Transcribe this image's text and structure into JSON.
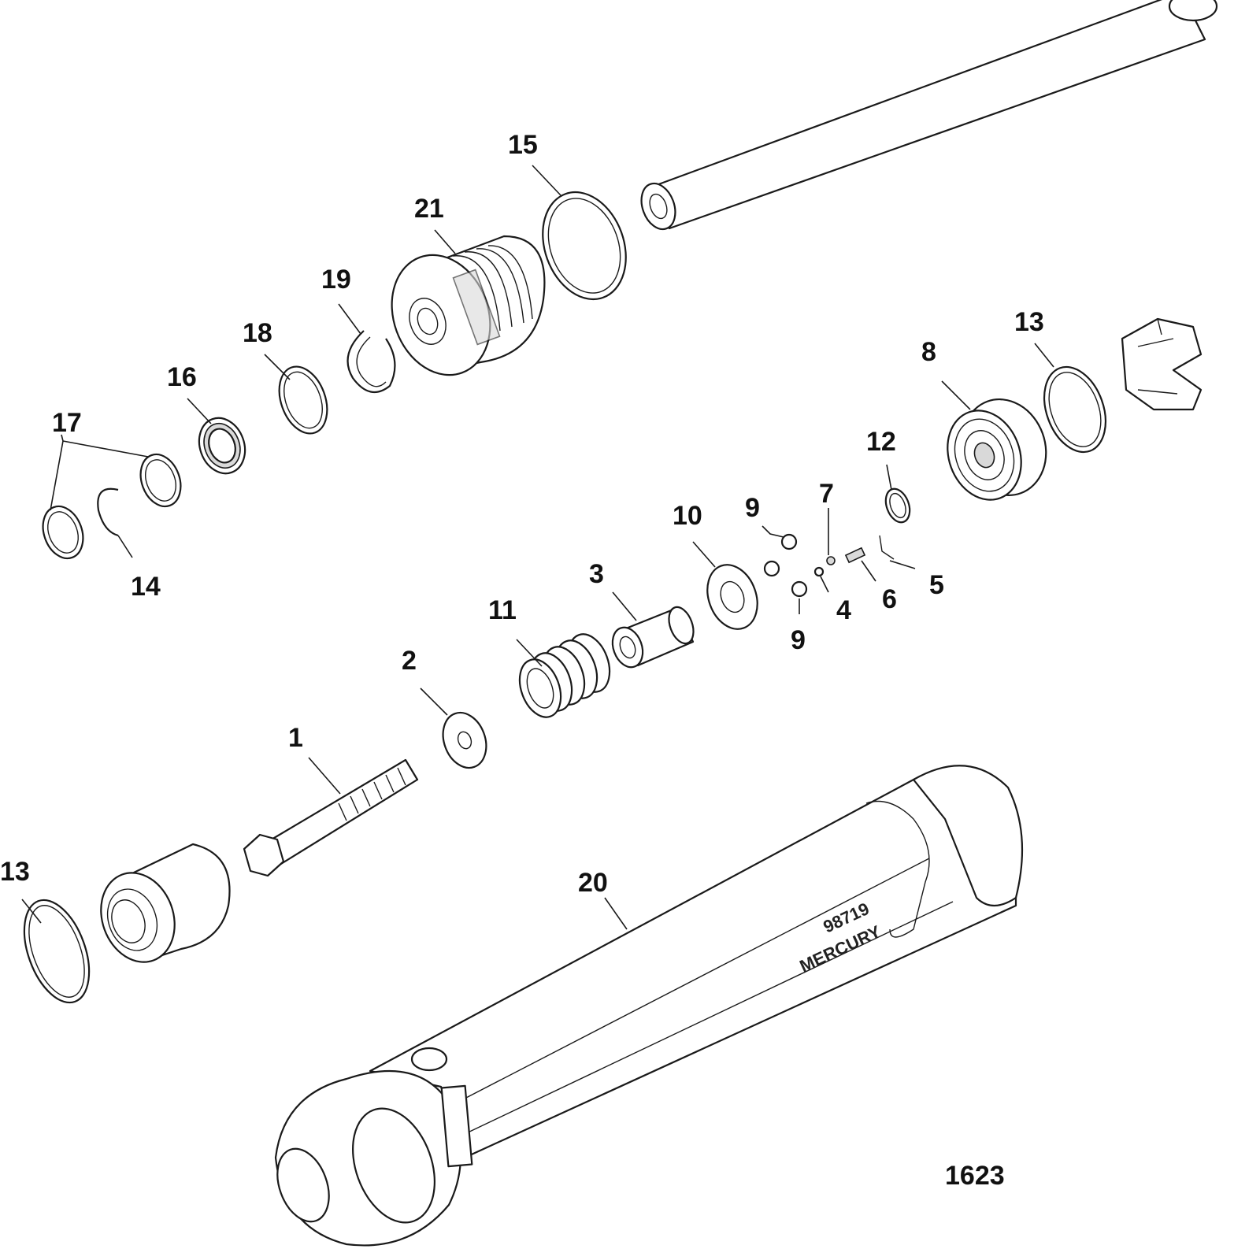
{
  "diagram": {
    "figure_number": "1623",
    "cylinder_marking": {
      "part_code": "98719",
      "brand": "MERCURY"
    },
    "callouts": {
      "c1": "1",
      "c2": "2",
      "c3": "3",
      "c4": "4",
      "c5": "5",
      "c6": "6",
      "c7": "7",
      "c8": "8",
      "c9a": "9",
      "c9b": "9",
      "c10": "10",
      "c11": "11",
      "c12": "12",
      "c13a": "13",
      "c13b": "13",
      "c14": "14",
      "c15": "15",
      "c16": "16",
      "c17": "17",
      "c18": "18",
      "c19": "19",
      "c20": "20",
      "c21": "21"
    }
  }
}
